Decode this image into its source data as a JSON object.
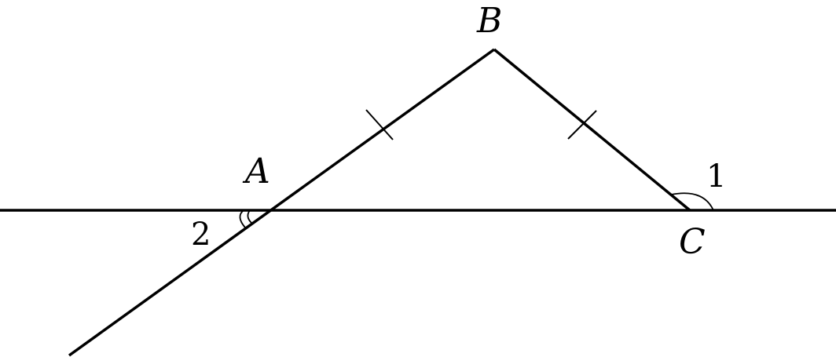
{
  "diagram": {
    "points": {
      "A": "A",
      "B": "B",
      "C": "C"
    },
    "angles": {
      "angle_1": "1",
      "angle_2": "2"
    }
  }
}
